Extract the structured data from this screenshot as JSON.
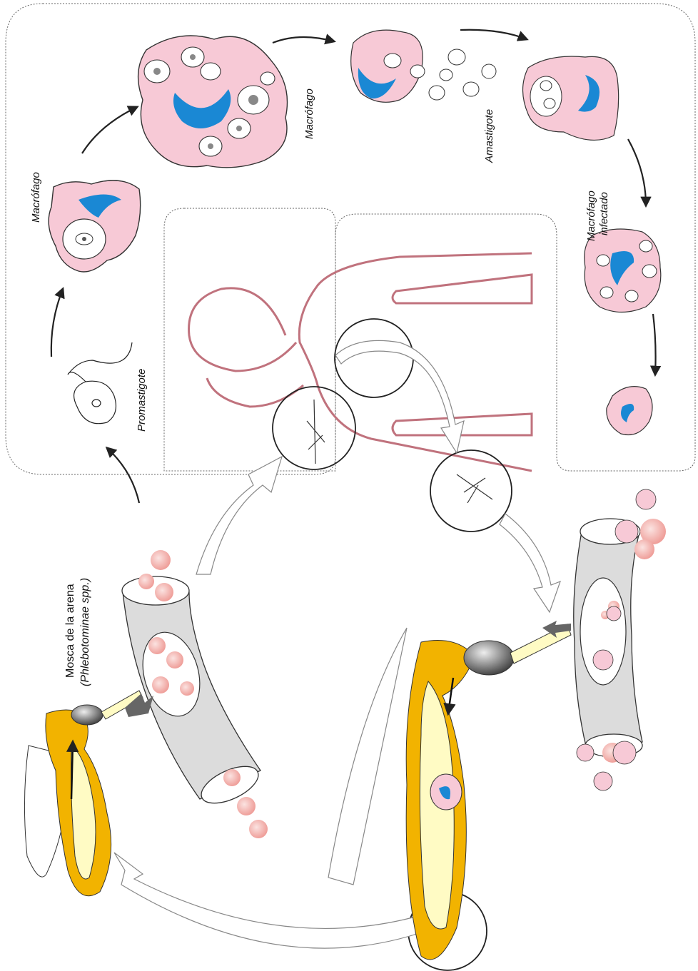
{
  "labels": {
    "promastigote": "Promastigote",
    "macrofago_1": "Macrófago",
    "macrofago_2": "Macrófago",
    "amastigote": "Amastigote",
    "macrofago_infectado_line1": "Macrófago",
    "macrofago_infectado_line2": "infectado",
    "sandfly_line1": "Mosca de la arena",
    "sandfly_line2": "(Phlebotominae spp.)"
  },
  "colors": {
    "macrophage_fill": "#f7c9d6",
    "nucleus_fill": "#1a88d4",
    "vessel_fill": "#dcdcdc",
    "sandfly_body": "#f2b300",
    "sandfly_gut": "#fffbc4",
    "skin_line": "#c0727d",
    "rbc_fill": "#f6c2bf",
    "arrow_dark": "#222222"
  }
}
